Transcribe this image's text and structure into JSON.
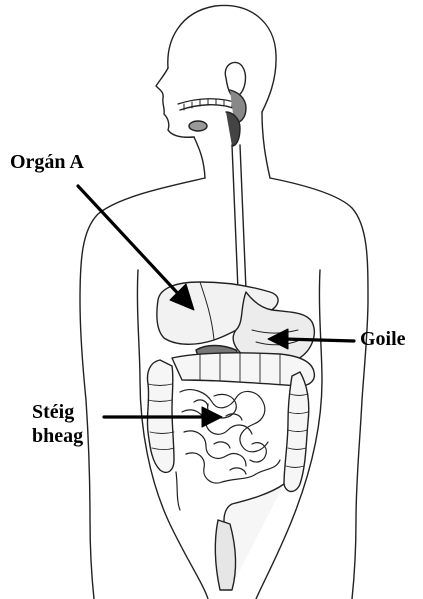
{
  "labels": {
    "organ_a": "Orgán A",
    "goile": "Goile",
    "steig_line1": "Stéig",
    "steig_line2": "bheag"
  },
  "colors": {
    "ink": "#000000",
    "background": "#ffffff",
    "shade": "#555555"
  }
}
